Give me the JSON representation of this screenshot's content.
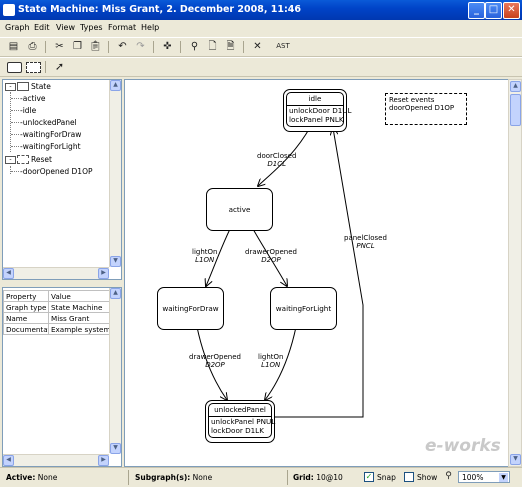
{
  "window": {
    "title": "State Machine: Miss Grant, 2. December 2008, 11:46",
    "buttons": {
      "minimize": "_",
      "maximize": "□",
      "close": "✕"
    }
  },
  "menu": [
    "Graph",
    "Edit",
    "View",
    "Types",
    "Format",
    "Help"
  ],
  "toolbar2": {
    "ast_label": "AST"
  },
  "tree": {
    "state_root": "State",
    "state_children": [
      "active",
      "idle",
      "unlockedPanel",
      "waitingForDraw",
      "waitingForLight"
    ],
    "reset_root": "Reset",
    "reset_children": [
      "doorOpened D1OP"
    ]
  },
  "properties": {
    "header": [
      "Property",
      "Value"
    ],
    "rows": [
      [
        "Graph type",
        "State Machine"
      ],
      [
        "Name",
        "Miss Grant"
      ],
      [
        "Documentati",
        "Example system"
      ]
    ]
  },
  "diagram": {
    "states": {
      "idle": {
        "name": "idle",
        "actions": [
          "unlockDoor D1UL",
          "lockPanel PNLK"
        ]
      },
      "active": {
        "name": "active"
      },
      "waitingForDraw": {
        "name": "waitingForDraw"
      },
      "waitingForLight": {
        "name": "waitingForLight"
      },
      "unlockedPanel": {
        "name": "unlockedPanel",
        "actions": [
          "unlockPanel PNUL",
          "lockDoor D1LK"
        ]
      }
    },
    "reset_note": {
      "title": "Reset events",
      "item": "doorOpened D1OP"
    },
    "transitions": {
      "doorClosed": {
        "event": "doorClosed",
        "code": "D1CL"
      },
      "lightOn1": {
        "event": "lightOn",
        "code": "L1ON"
      },
      "drawerOpened1": {
        "event": "drawerOpened",
        "code": "D2OP"
      },
      "drawerOpened2": {
        "event": "drawerOpened",
        "code": "D2OP"
      },
      "lightOn2": {
        "event": "lightOn",
        "code": "L1ON"
      },
      "panelClosed": {
        "event": "panelClosed",
        "code": "PNCL"
      }
    }
  },
  "status": {
    "active_label": "Active:",
    "active_value": "None",
    "subgraph_label": "Subgraph(s):",
    "subgraph_value": "None",
    "grid_label": "Grid:",
    "grid_value": "10@10",
    "snap_label": "Snap",
    "snap_checked": true,
    "show_label": "Show",
    "show_checked": false,
    "zoom": "100%"
  },
  "watermark": "e-works"
}
